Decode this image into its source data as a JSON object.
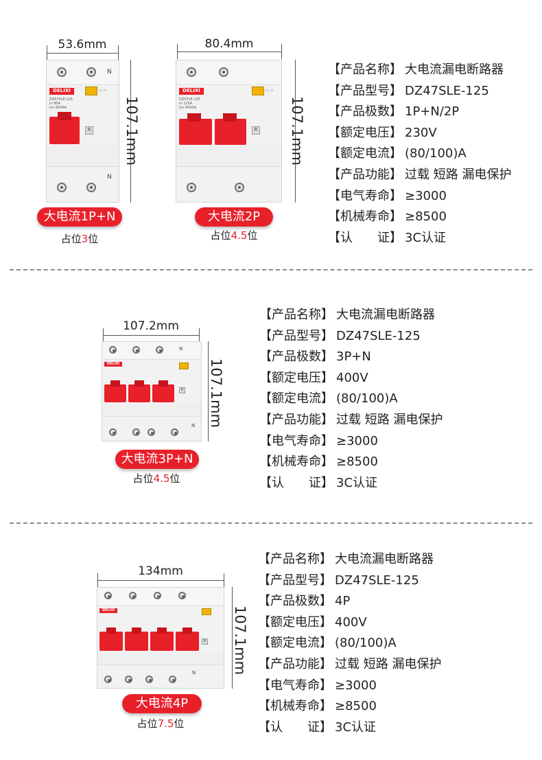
{
  "sections": [
    {
      "products": [
        {
          "width_label": "53.6mm",
          "height_label": "107.1mm",
          "pill": "大电流1P+N",
          "pos_prefix": "占位",
          "pos_num": "3",
          "pos_suffix": "位"
        },
        {
          "width_label": "80.4mm",
          "height_label": "107.1mm",
          "pill": "大电流2P",
          "pos_prefix": "占位",
          "pos_num": "4.5",
          "pos_suffix": "位"
        }
      ],
      "specs": [
        {
          "k": "【产品名称】",
          "v": "大电流漏电断路器"
        },
        {
          "k": "【产品型号】",
          "v": "DZ47SLE-125"
        },
        {
          "k": "【产品极数】",
          "v": "1P+N/2P"
        },
        {
          "k": "【额定电压】",
          "v": "230V"
        },
        {
          "k": "【额定电流】",
          "v": "(80/100)A"
        },
        {
          "k": "【产品功能】",
          "v": "过载 短路 漏电保护"
        },
        {
          "k": "【电气寿命】",
          "v": "≥3000"
        },
        {
          "k": "【机械寿命】",
          "v": "≥8500"
        },
        {
          "k": "【认　　证】",
          "v": "3C认证"
        }
      ]
    },
    {
      "products": [
        {
          "width_label": "107.2mm",
          "height_label": "107.1mm",
          "pill": "大电流3P+N",
          "pos_prefix": "占位",
          "pos_num": "4.5",
          "pos_suffix": "位"
        }
      ],
      "specs": [
        {
          "k": "【产品名称】",
          "v": "大电流漏电断路器"
        },
        {
          "k": "【产品型号】",
          "v": "DZ47SLE-125"
        },
        {
          "k": "【产品极数】",
          "v": "3P+N"
        },
        {
          "k": "【额定电压】",
          "v": "400V"
        },
        {
          "k": "【额定电流】",
          "v": "(80/100)A"
        },
        {
          "k": "【产品功能】",
          "v": "过载 短路 漏电保护"
        },
        {
          "k": "【电气寿命】",
          "v": "≥3000"
        },
        {
          "k": "【机械寿命】",
          "v": "≥8500"
        },
        {
          "k": "【认　　证】",
          "v": "3C认证"
        }
      ]
    },
    {
      "products": [
        {
          "width_label": "134mm",
          "height_label": "107.1mm",
          "pill": "大电流4P",
          "pos_prefix": "占位",
          "pos_num": "7.5",
          "pos_suffix": "位"
        }
      ],
      "specs": [
        {
          "k": "【产品名称】",
          "v": "大电流漏电断路器"
        },
        {
          "k": "【产品型号】",
          "v": "DZ47SLE-125"
        },
        {
          "k": "【产品极数】",
          "v": "4P"
        },
        {
          "k": "【额定电压】",
          "v": "400V"
        },
        {
          "k": "【额定电流】",
          "v": "(80/100)A"
        },
        {
          "k": "【产品功能】",
          "v": "过载 短路 漏电保护"
        },
        {
          "k": "【电气寿命】",
          "v": "≥3000"
        },
        {
          "k": "【机械寿命】",
          "v": "≥8500"
        },
        {
          "k": "【认　　证】",
          "v": "3C认证"
        }
      ]
    }
  ],
  "breaker_print": {
    "brand": "DELIXI",
    "neutral_mark": "N",
    "reset_mark": "R"
  },
  "colors": {
    "accent_red": "#e8202a",
    "test_button_yellow": "#f0b400",
    "divider": "#8a8a8a"
  }
}
